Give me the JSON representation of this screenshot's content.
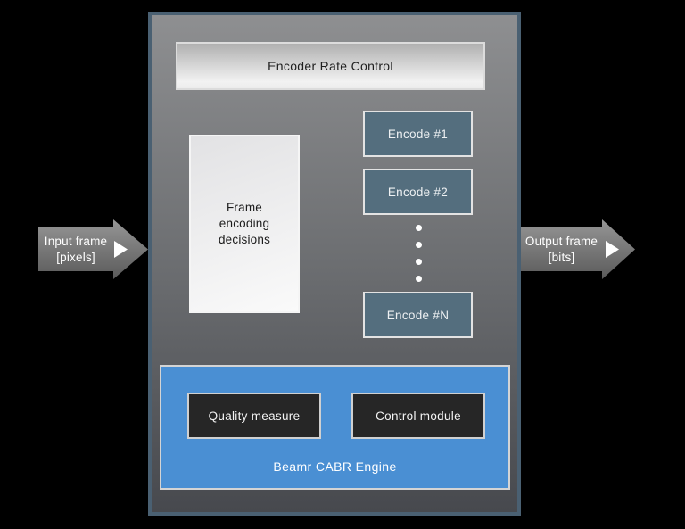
{
  "diagram": {
    "title_bar": {
      "label": "Encoder Rate Control"
    },
    "frame_decisions": {
      "lines": [
        "Frame",
        "encoding",
        "decisions"
      ]
    },
    "encoders": [
      {
        "label": "Encode #1"
      },
      {
        "label": "Encode #2"
      },
      {
        "label": "Encode #N"
      }
    ],
    "engine": {
      "label": "Beamr CABR Engine",
      "modules": [
        {
          "label": "Quality measure"
        },
        {
          "label": "Control module"
        }
      ]
    },
    "input_arrow": {
      "line1": "Input frame",
      "line2": "[pixels]"
    },
    "output_arrow": {
      "line1": "Output frame",
      "line2": "[bits]"
    },
    "colors": {
      "background": "#000000",
      "panel_border": "#4a6072",
      "panel_gradient_top": "#8e8f91",
      "panel_gradient_bottom": "#47494e",
      "encode_box_fill": "#546e7e",
      "engine_blue": "#4a8fd3",
      "module_dark": "#262626"
    }
  }
}
